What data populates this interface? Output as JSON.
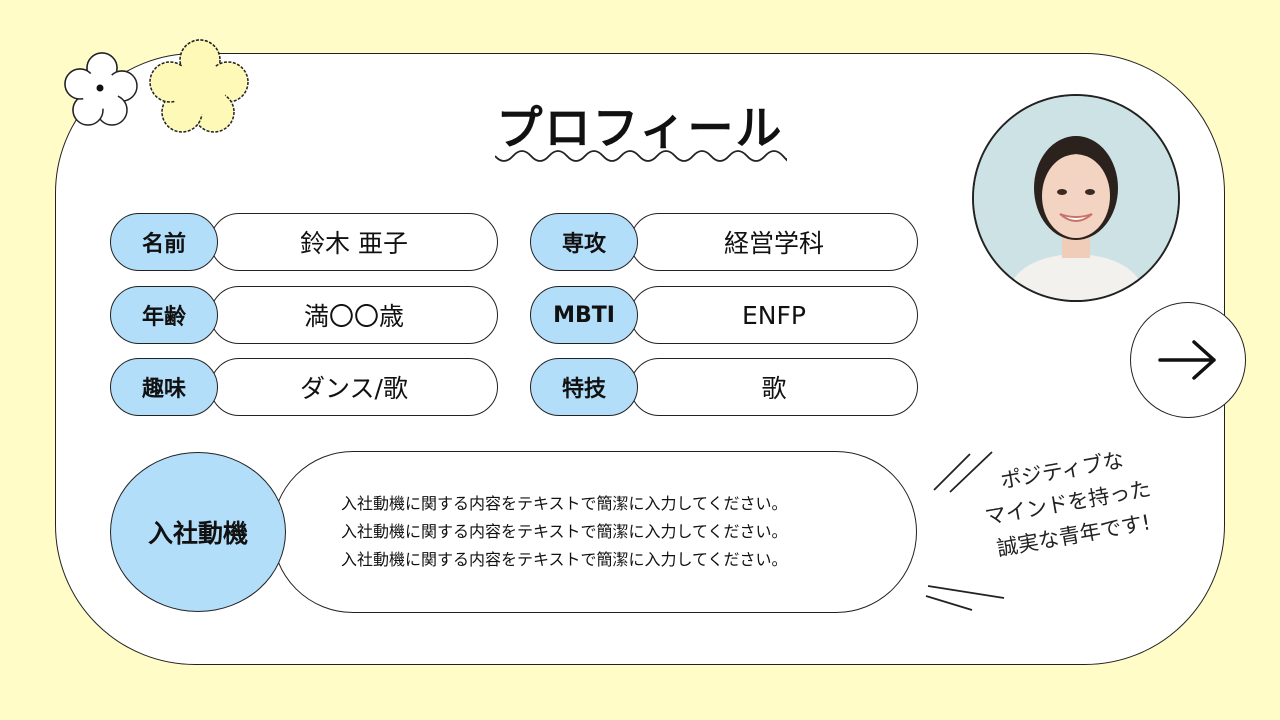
{
  "title": "プロフィール",
  "fields": [
    {
      "label": "名前",
      "value": "鈴木 亜子"
    },
    {
      "label": "専攻",
      "value": "経営学科"
    },
    {
      "label": "年齢",
      "value": "満〇〇歳"
    },
    {
      "label": "MBTI",
      "value": "ENFP"
    },
    {
      "label": "趣味",
      "value": "ダンス/歌"
    },
    {
      "label": "特技",
      "value": "歌"
    }
  ],
  "motive": {
    "label": "入社動機",
    "lines": [
      "入社動機に関する内容をテキストで簡潔に入力してください。",
      "入社動機に関する内容をテキストで簡潔に入力してください。",
      "入社動機に関する内容をテキストで簡潔に入力してください。"
    ]
  },
  "tagline": [
    "ポジティブな",
    "マインドを持った",
    "誠実な青年です!"
  ],
  "icons": {
    "next": "arrow-right-icon"
  },
  "colors": {
    "background": "#FFFCC7",
    "label_fill": "#B3DEFA",
    "flower_fill": "#FFF9B8"
  }
}
